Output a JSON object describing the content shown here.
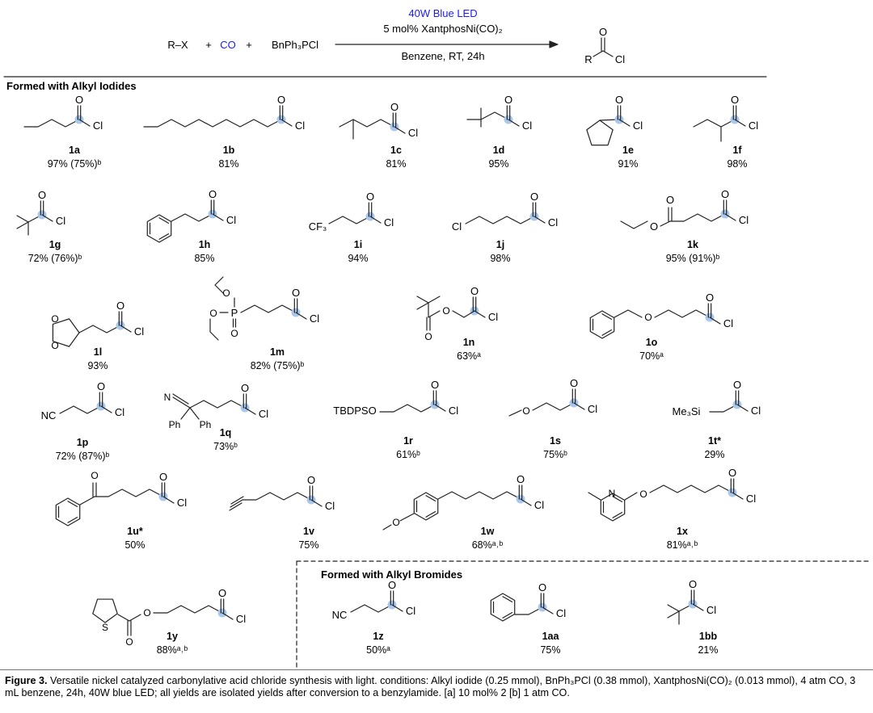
{
  "scheme": {
    "reactants": [
      "R–X",
      "CO",
      "BnPh₃PCl"
    ],
    "plus": "+",
    "conditions_top": [
      "40W Blue LED",
      "5 mol% XantphosNi(CO)₂"
    ],
    "conditions_bottom": "Benzene, RT,  24h",
    "product_r": "R",
    "product_o": "O",
    "product_cl": "Cl",
    "colors": {
      "accent_blue": "#1a1aff",
      "highlight": "#aac8ec",
      "text": "#000000"
    }
  },
  "sections": {
    "iodides": "Formed with Alkyl Iodides",
    "bromides": "Formed with Alkyl Bromides"
  },
  "atoms": {
    "O": "O",
    "Cl": "Cl",
    "N": "N",
    "S": "S",
    "P": "P",
    "CF3": "CF₃",
    "NC": "NC",
    "Ph": "Ph",
    "TBDPSO": "TBDPSO",
    "Me3Si": "Me₃Si"
  },
  "compounds": [
    {
      "id": "1a",
      "yield": "97% (75%)ᵇ"
    },
    {
      "id": "1b",
      "yield": "81%"
    },
    {
      "id": "1c",
      "yield": "81%"
    },
    {
      "id": "1d",
      "yield": "95%"
    },
    {
      "id": "1e",
      "yield": "91%"
    },
    {
      "id": "1f",
      "yield": "98%"
    },
    {
      "id": "1g",
      "yield": "72% (76%)ᵇ"
    },
    {
      "id": "1h",
      "yield": "85%"
    },
    {
      "id": "1i",
      "yield": "94%"
    },
    {
      "id": "1j",
      "yield": "98%"
    },
    {
      "id": "1k",
      "yield": "95% (91%)ᵇ"
    },
    {
      "id": "1l",
      "yield": "93%"
    },
    {
      "id": "1m",
      "yield": "82% (75%)ᵇ"
    },
    {
      "id": "1n",
      "yield": "63%ᵃ"
    },
    {
      "id": "1o",
      "yield": "70%ᵃ"
    },
    {
      "id": "1p",
      "yield": "72% (87%)ᵇ"
    },
    {
      "id": "1q",
      "yield": "73%ᵇ"
    },
    {
      "id": "1r",
      "yield": "61%ᵇ"
    },
    {
      "id": "1s",
      "yield": "75%ᵇ"
    },
    {
      "id": "1t*",
      "yield": "29%"
    },
    {
      "id": "1u*",
      "yield": "50%"
    },
    {
      "id": "1v",
      "yield": "75%"
    },
    {
      "id": "1w",
      "yield": "68%ᵃ˒ᵇ"
    },
    {
      "id": "1x",
      "yield": "81%ᵃ˒ᵇ"
    },
    {
      "id": "1y",
      "yield": "88%ᵃ˒ᵇ"
    },
    {
      "id": "1z",
      "yield": "50%ᵃ"
    },
    {
      "id": "1aa",
      "yield": "75%"
    },
    {
      "id": "1bb",
      "yield": "21%"
    }
  ],
  "caption": {
    "label": "Figure 3.",
    "text": " Versatile nickel catalyzed carbonylative acid chloride synthesis with light. conditions: Alkyl iodide (0.25 mmol), BnPh₃PCl (0.38 mmol), XantphosNi(CO)₂ (0.013 mmol), 4 atm CO, 3 mL benzene, 24h, 40W blue LED; all yields are isolated yields after conversion to a benzylamide. [a] 10 mol% 2 [b] 1 atm CO."
  }
}
